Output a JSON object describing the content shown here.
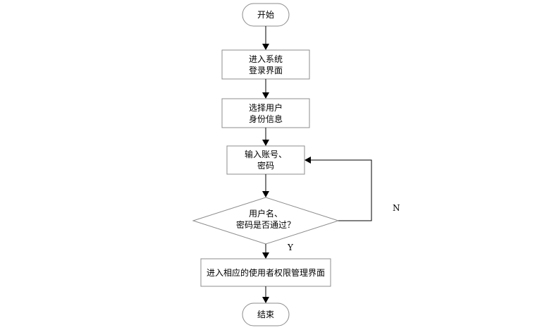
{
  "flowchart": {
    "start": "开始",
    "step1": {
      "line1": "进入系统",
      "line2": "登录界面"
    },
    "step2": {
      "line1": "选择用户",
      "line2": "身份信息"
    },
    "step3": {
      "line1": "输入账号、",
      "line2": "密码"
    },
    "decision": {
      "line1": "用户名、",
      "line2": "密码是否通过？"
    },
    "yes_label": "Y",
    "no_label": "N",
    "step4": "进入相应的使用者权限管理界面",
    "end": "结束"
  }
}
